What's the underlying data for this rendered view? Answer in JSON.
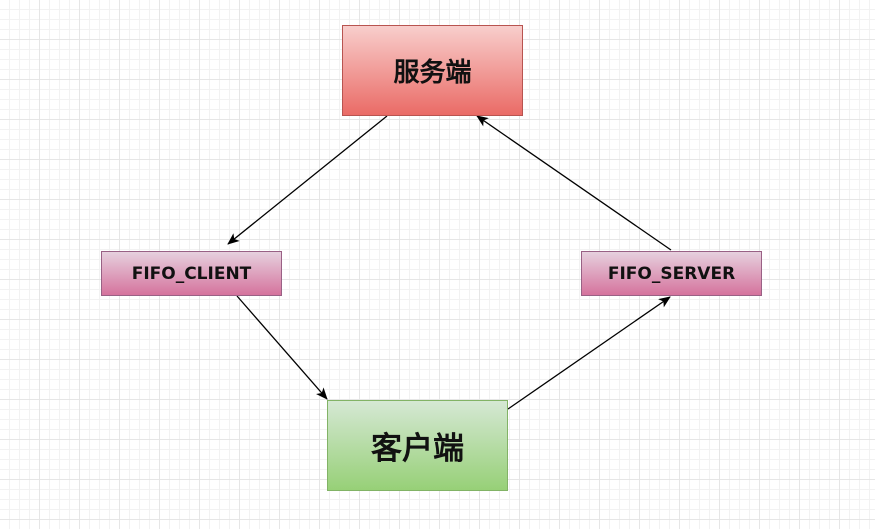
{
  "diagram": {
    "nodes": {
      "server": {
        "label": "服务端",
        "fill_top": "#f8cecc",
        "fill_bottom": "#ea6b66",
        "stroke": "#b85450"
      },
      "client": {
        "label": "客户端",
        "fill_top": "#d5e8d4",
        "fill_bottom": "#97d077",
        "stroke": "#82b366"
      },
      "fifo_client": {
        "label": "FIFO_CLIENT",
        "fill_top": "#e6d0de",
        "fill_bottom": "#d5739d",
        "stroke": "#996185"
      },
      "fifo_server": {
        "label": "FIFO_SERVER",
        "fill_top": "#e6d0de",
        "fill_bottom": "#d5739d",
        "stroke": "#996185"
      }
    },
    "edges": [
      {
        "from": "server",
        "to": "fifo_client"
      },
      {
        "from": "fifo_client",
        "to": "client"
      },
      {
        "from": "client",
        "to": "fifo_server"
      },
      {
        "from": "fifo_server",
        "to": "server"
      }
    ],
    "edge_color": "#000000",
    "grid": true
  }
}
